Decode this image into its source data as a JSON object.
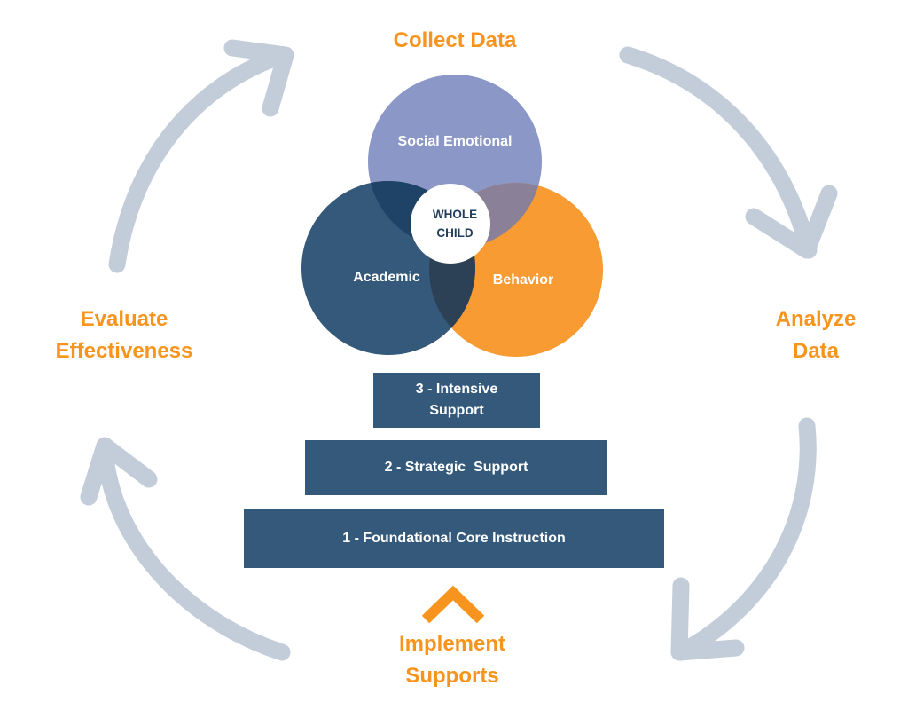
{
  "cycle": {
    "top": {
      "lines": [
        "Collect Data"
      ]
    },
    "right": {
      "lines": [
        "Analyze",
        "Data"
      ]
    },
    "bottom": {
      "lines": [
        "Implement",
        "Supports"
      ]
    },
    "left": {
      "lines": [
        "Evaluate",
        "Effectiveness"
      ]
    }
  },
  "venn": {
    "top_circle": {
      "label": "Social Emotional",
      "color": "#8b97c6"
    },
    "left_circle": {
      "label": "Academic",
      "color": "#35597a"
    },
    "right_circle": {
      "label": "Behavior",
      "color": "#f99b33"
    },
    "center": {
      "lines": [
        "WHOLE",
        "CHILD"
      ]
    }
  },
  "tiers": [
    {
      "lines": [
        "3 - Intensive",
        "Support"
      ]
    },
    {
      "lines": [
        "2 - Strategic  Support"
      ]
    },
    {
      "lines": [
        "1 - Foundational Core Instruction"
      ]
    }
  ],
  "colors": {
    "accent_orange": "#f7941d",
    "arrow_gray": "#c3ccd9",
    "tier_blue": "#35597a"
  },
  "icons": {
    "up_chevron": "chevron-up-icon",
    "cycle_arrows": "curved-arrow-icon"
  }
}
